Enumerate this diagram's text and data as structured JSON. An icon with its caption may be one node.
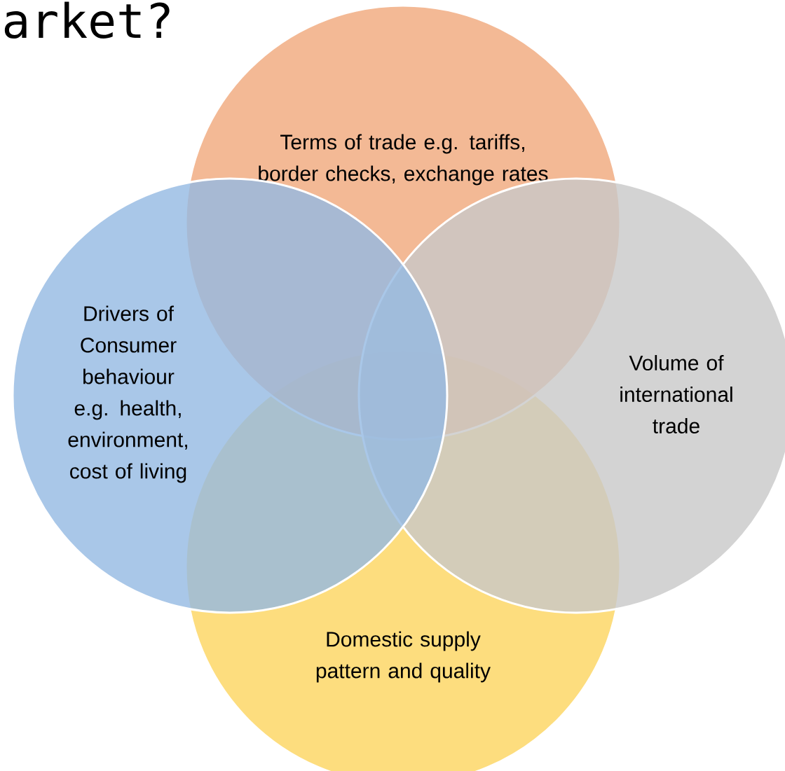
{
  "diagram": {
    "title": "arket?",
    "nodes": [
      {
        "text": [
          "Terms of trade    e.g. tariffs, border checks, exchange rates"
        ]
      },
      {
        "text": [
          "Drivers of Consumer behaviour e.g. health, environment, cost of living"
        ]
      },
      {
        "text": [
          "Volume of international trade"
        ]
      },
      {
        "text": [
          "Domestic supply pattern and quality"
        ]
      }
    ]
  }
}
